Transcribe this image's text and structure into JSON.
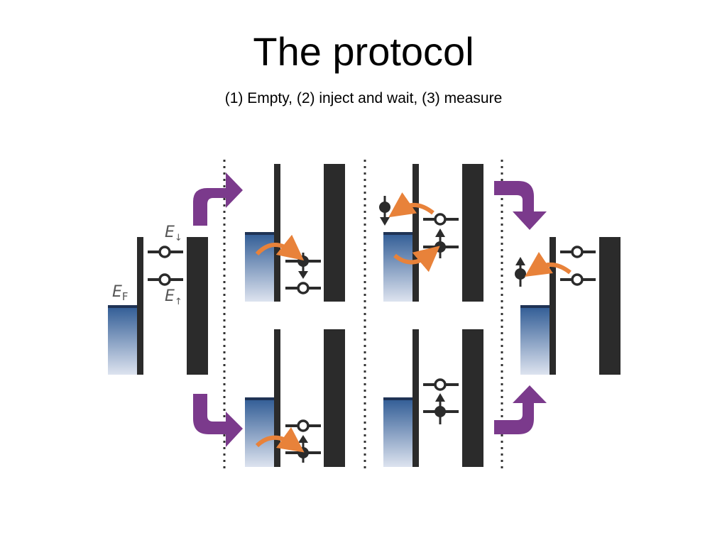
{
  "title": "The protocol",
  "subtitle": "(1) Empty, (2) inject and wait, (3) measure",
  "labels": {
    "fermi": "E",
    "fermi_sub": "F",
    "e_down": "E",
    "e_down_sub": "↓",
    "e_up": "E",
    "e_up_sub": "↑"
  },
  "colors": {
    "barrier": "#2b2b2b",
    "reservoir_top": "#2e5a94",
    "reservoir_bottom": "#dde3ef",
    "purple_arrow": "#7b3a8c",
    "orange_arrow": "#e8823a"
  }
}
